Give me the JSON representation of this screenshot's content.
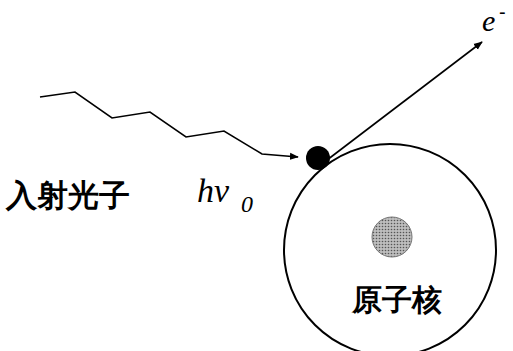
{
  "diagram": {
    "labels": [
      "入射光子",
      "hν",
      "0",
      "e",
      "-",
      "原子核"
    ]
  }
}
